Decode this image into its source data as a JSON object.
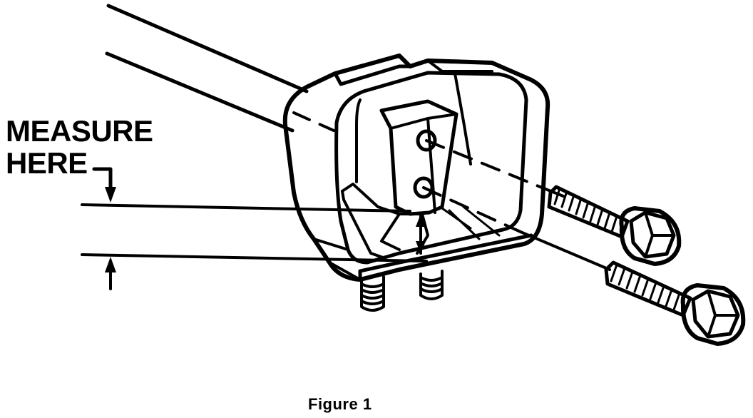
{
  "diagram": {
    "label": {
      "line1": "MEASURE",
      "line2": "HERE"
    },
    "caption": "Figure 1",
    "colors": {
      "ink": "#000000",
      "paper": "#ffffff"
    },
    "parts": {
      "frame_rail": "frame-rail",
      "mount_bracket": "mount-bracket",
      "mount_studs": 2,
      "bolts": 2
    }
  }
}
